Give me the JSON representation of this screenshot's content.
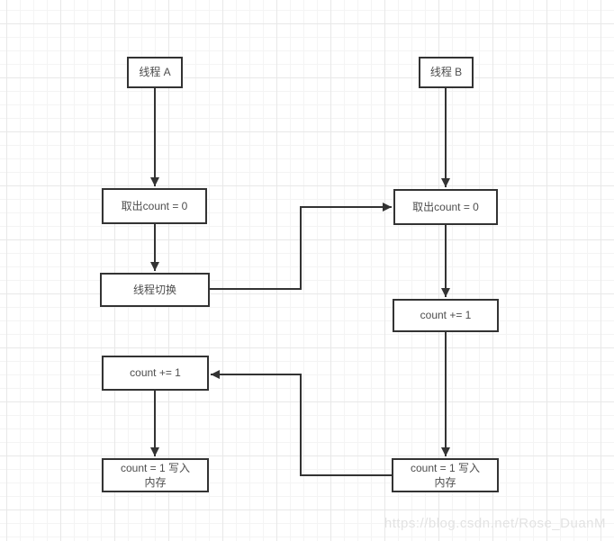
{
  "diagram": {
    "nodes": {
      "thread_a": {
        "label": "线程 A"
      },
      "thread_b": {
        "label": "线程 B"
      },
      "fetch_a": {
        "label": "取出count = 0"
      },
      "fetch_b": {
        "label": "取出count = 0"
      },
      "thread_switch": {
        "label": "线程切换"
      },
      "inc_a": {
        "label": "count += 1"
      },
      "inc_b": {
        "label": "count += 1"
      },
      "write_a": {
        "label": "count = 1 写入\n内存"
      },
      "write_b": {
        "label": "count = 1 写入\n内存"
      }
    },
    "edges": [
      {
        "from": "thread_a",
        "to": "fetch_a"
      },
      {
        "from": "thread_b",
        "to": "fetch_b"
      },
      {
        "from": "fetch_a",
        "to": "thread_switch"
      },
      {
        "from": "thread_switch",
        "to": "fetch_b"
      },
      {
        "from": "fetch_b",
        "to": "inc_b"
      },
      {
        "from": "inc_b",
        "to": "write_b"
      },
      {
        "from": "write_b",
        "to": "inc_a"
      },
      {
        "from": "inc_a",
        "to": "write_a"
      }
    ]
  },
  "watermark": {
    "text": "https://blog.csdn.net/Rose_DuanM"
  },
  "colors": {
    "node_border": "#333333",
    "node_fill": "#ffffff",
    "node_text": "#4d4d4d",
    "connector": "#333333",
    "grid_minor": "#f4f4f4",
    "grid_major": "#e8e8e8",
    "watermark": "#e3e3e3"
  }
}
